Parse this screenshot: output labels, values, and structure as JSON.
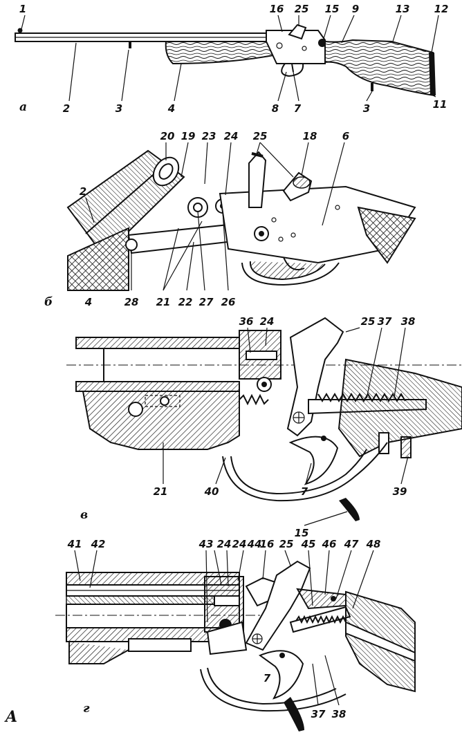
{
  "figure_label": "A",
  "panels": {
    "a": {
      "label": "а",
      "callouts": [
        "1",
        "2",
        "3",
        "4",
        "16",
        "25",
        "15",
        "9",
        "13",
        "12",
        "8",
        "7",
        "3",
        "11"
      ]
    },
    "b": {
      "label": "б",
      "callouts": [
        "20",
        "19",
        "23",
        "24",
        "25",
        "18",
        "6",
        "2",
        "4",
        "28",
        "21",
        "22",
        "27",
        "26"
      ]
    },
    "c": {
      "label": "в",
      "callouts": [
        "36",
        "24",
        "25",
        "37",
        "38",
        "21",
        "40",
        "7",
        "15",
        "39"
      ]
    },
    "d": {
      "label": "г",
      "callouts": [
        "41",
        "42",
        "43",
        "24",
        "24",
        "44",
        "16",
        "25",
        "45",
        "46",
        "47",
        "48",
        "7",
        "37",
        "38"
      ]
    }
  }
}
